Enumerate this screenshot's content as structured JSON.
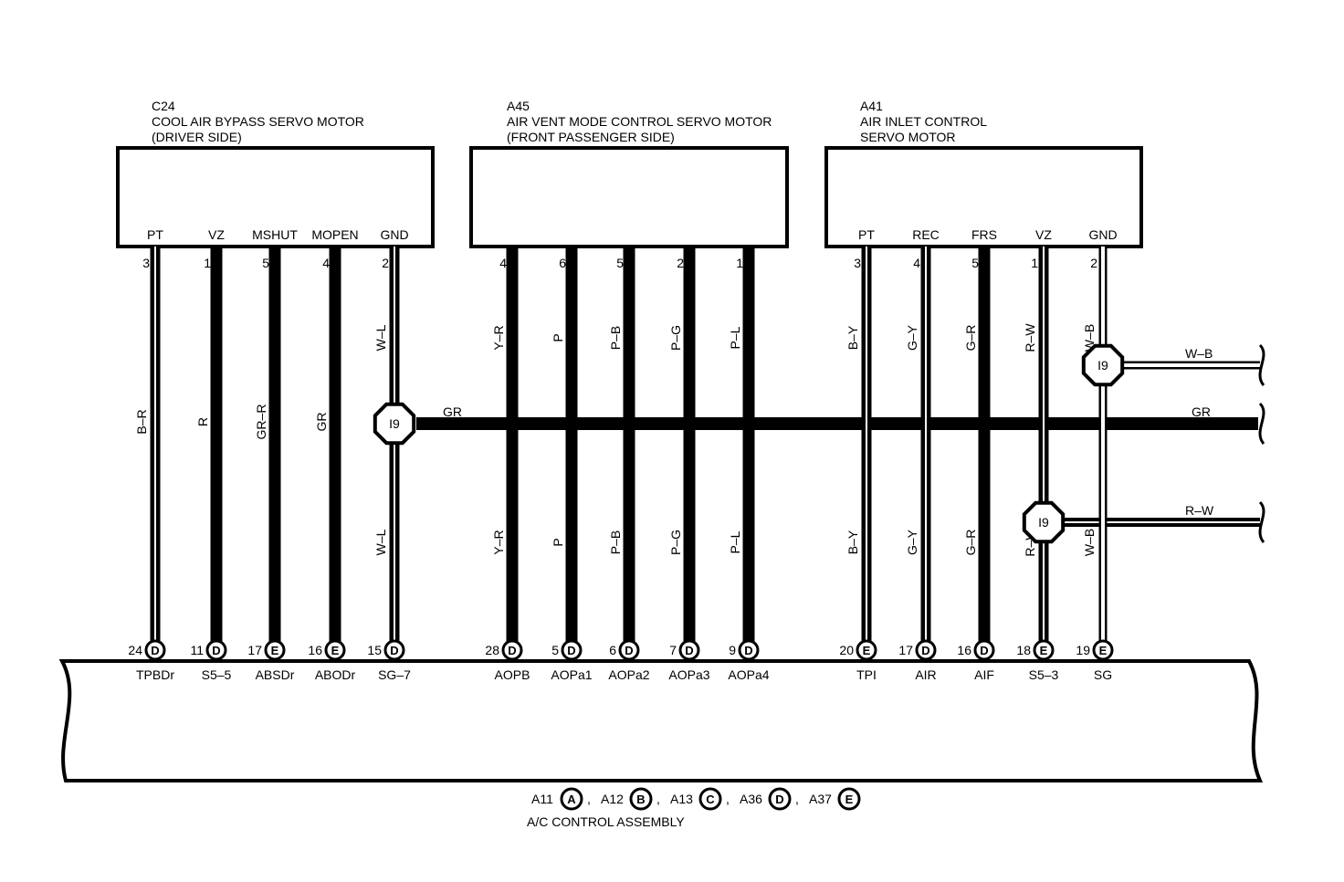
{
  "components": [
    {
      "id": "C24",
      "title_lines": [
        "C24",
        "COOL AIR BYPASS SERVO MOTOR",
        "(DRIVER SIDE)"
      ],
      "pins": [
        {
          "name": "PT",
          "num": "3"
        },
        {
          "name": "VZ",
          "num": "1"
        },
        {
          "name": "MSHUT",
          "num": "5"
        },
        {
          "name": "MOPEN",
          "num": "4"
        },
        {
          "name": "GND",
          "num": "2"
        }
      ]
    },
    {
      "id": "A45",
      "title_lines": [
        "A45",
        "AIR VENT MODE CONTROL SERVO MOTOR",
        "(FRONT PASSENGER SIDE)"
      ],
      "pins": [
        {
          "name": "",
          "num": "4"
        },
        {
          "name": "",
          "num": "6"
        },
        {
          "name": "",
          "num": "5"
        },
        {
          "name": "",
          "num": "2"
        },
        {
          "name": "",
          "num": "1"
        }
      ]
    },
    {
      "id": "A41",
      "title_lines": [
        "A41",
        "AIR INLET CONTROL",
        "SERVO MOTOR"
      ],
      "pins": [
        {
          "name": "PT",
          "num": "3"
        },
        {
          "name": "REC",
          "num": "4"
        },
        {
          "name": "FRS",
          "num": "5"
        },
        {
          "name": "VZ",
          "num": "1"
        },
        {
          "name": "GND",
          "num": "2"
        }
      ]
    }
  ],
  "wires": [
    {
      "top_color": "",
      "mid_color": "B–R",
      "bottom_color": "",
      "style": "stripe",
      "term_num": "24",
      "term_conn": "D",
      "term_name": "TPBDr"
    },
    {
      "top_color": "",
      "mid_color": "R",
      "bottom_color": "",
      "style": "solid",
      "term_num": "11",
      "term_conn": "D",
      "term_name": "S5–5"
    },
    {
      "top_color": "",
      "mid_color": "GR–R",
      "bottom_color": "",
      "style": "solid",
      "term_num": "17",
      "term_conn": "E",
      "term_name": "ABSDr"
    },
    {
      "top_color": "",
      "mid_color": "GR",
      "bottom_color": "",
      "style": "solid",
      "term_num": "16",
      "term_conn": "E",
      "term_name": "ABODr"
    },
    {
      "top_color": "W–L",
      "mid_color": "",
      "bottom_color": "W–L",
      "style": "stripe",
      "term_num": "15",
      "term_conn": "D",
      "term_name": "SG–7"
    },
    {
      "top_color": "Y–R",
      "mid_color": "",
      "bottom_color": "Y–R",
      "style": "solid",
      "term_num": "28",
      "term_conn": "D",
      "term_name": "AOPB"
    },
    {
      "top_color": "P",
      "mid_color": "",
      "bottom_color": "P",
      "style": "solid",
      "term_num": "5",
      "term_conn": "D",
      "term_name": "AOPa1"
    },
    {
      "top_color": "P–B",
      "mid_color": "",
      "bottom_color": "P–B",
      "style": "solid",
      "term_num": "6",
      "term_conn": "D",
      "term_name": "AOPa2"
    },
    {
      "top_color": "P–G",
      "mid_color": "",
      "bottom_color": "P–G",
      "style": "solid",
      "term_num": "7",
      "term_conn": "D",
      "term_name": "AOPa3"
    },
    {
      "top_color": "P–L",
      "mid_color": "",
      "bottom_color": "P–L",
      "style": "solid",
      "term_num": "9",
      "term_conn": "D",
      "term_name": "AOPa4"
    },
    {
      "top_color": "B–Y",
      "mid_color": "",
      "bottom_color": "B–Y",
      "style": "stripe",
      "term_num": "20",
      "term_conn": "E",
      "term_name": "TPI"
    },
    {
      "top_color": "G–Y",
      "mid_color": "",
      "bottom_color": "G–Y",
      "style": "stripe",
      "term_num": "17",
      "term_conn": "D",
      "term_name": "AIR"
    },
    {
      "top_color": "G–R",
      "mid_color": "",
      "bottom_color": "G–R",
      "style": "solid",
      "term_num": "16",
      "term_conn": "D",
      "term_name": "AIF"
    },
    {
      "top_color": "R–W",
      "mid_color": "",
      "bottom_color": "R–W",
      "style": "stripe",
      "term_num": "18",
      "term_conn": "E",
      "term_name": "S5–3"
    },
    {
      "top_color": "W–B",
      "mid_color": "",
      "bottom_color": "W–B",
      "style": "double",
      "term_num": "19",
      "term_conn": "E",
      "term_name": "SG"
    }
  ],
  "junctions": [
    {
      "label": "I9",
      "wire_left": "GR",
      "wire_right": "GR"
    },
    {
      "label": "I9",
      "wire_right": "W–B"
    },
    {
      "label": "I9",
      "wire_right": "R–W"
    }
  ],
  "assembly": {
    "connectors": [
      {
        "code": "A11",
        "letter": "A"
      },
      {
        "code": "A12",
        "letter": "B"
      },
      {
        "code": "A13",
        "letter": "C"
      },
      {
        "code": "A36",
        "letter": "D"
      },
      {
        "code": "A37",
        "letter": "E"
      }
    ],
    "separator": ",",
    "name": "A/C CONTROL ASSEMBLY"
  }
}
